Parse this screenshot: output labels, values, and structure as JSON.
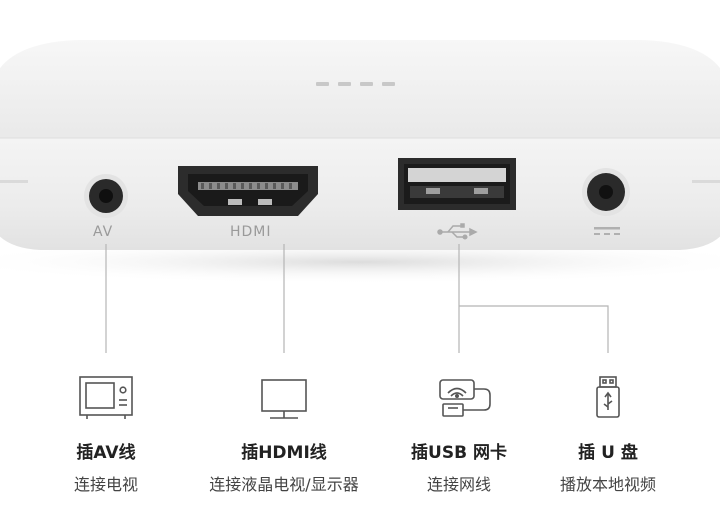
{
  "ports": {
    "av": "AV",
    "hdmi": "HDMI"
  },
  "features": [
    {
      "title": "插AV线",
      "subtitle": "连接电视"
    },
    {
      "title": "插HDMI线",
      "subtitle": "连接液晶电视/显示器"
    },
    {
      "title": "插USB 网卡",
      "subtitle": "连接网线"
    },
    {
      "title": "插 U 盘",
      "subtitle": "播放本地视频"
    }
  ],
  "colors": {
    "device_body": "#f2f2f2",
    "device_face": "#ebebeb",
    "port_dark": "#2a2a2a",
    "line": "#b5b5b5",
    "icon": "#555555"
  },
  "icons": [
    "tv-monitor-icon",
    "display-icon",
    "usb-network-adapter-icon",
    "usb-flash-drive-icon"
  ]
}
